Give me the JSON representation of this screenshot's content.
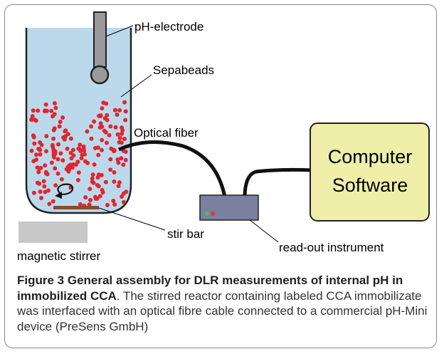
{
  "labels": {
    "ph_electrode": "pH-electrode",
    "sepabeads": "Sepabeads",
    "optical_fiber": "Optical fiber",
    "computer_software_line1": "Computer",
    "computer_software_line2": "Software",
    "stir_bar": "stir bar",
    "magnetic_stirrer": "magnetic stirrer",
    "readout_instrument": "read-out instrument"
  },
  "caption": {
    "title": "Figure 3 General assembly for DLR measurements of internal pH in immobilized CCA",
    "body": ". The stirred reactor containing labeled CCA immobilizate was interfaced with an optical fibre cable connected to a commercial pH-Mini device (PreSens GmbH)"
  },
  "colors": {
    "reactor_fill": "#bcd9ec",
    "bead": "#e0272d",
    "computer_fill": "#efefaa",
    "stirrer": "#c8c8c8",
    "stir_bar": "#8b4a2b",
    "instrument": "#7b7fa0"
  }
}
